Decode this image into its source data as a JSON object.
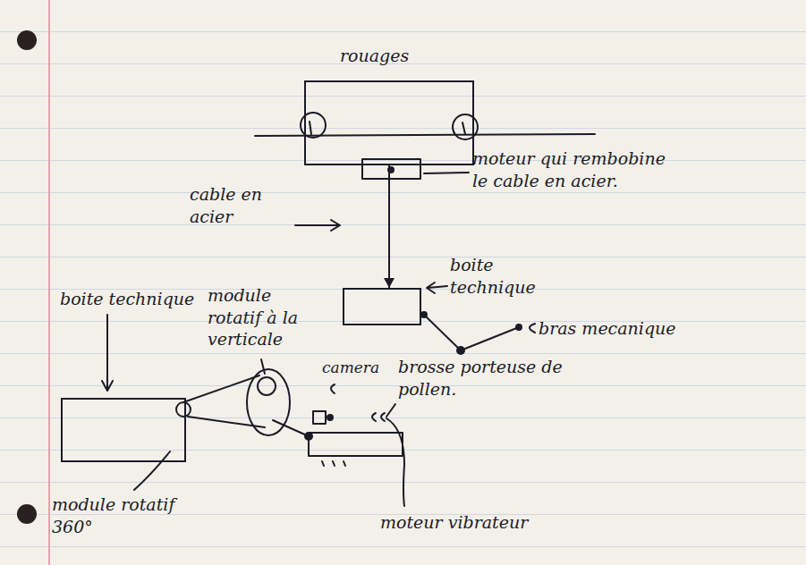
{
  "diagram": {
    "nodes": [
      {
        "text": [
          "rouages"
        ]
      },
      {
        "text": [
          "boite technique"
        ]
      },
      {
        "text": [
          "boite technique"
        ]
      }
    ],
    "edges": [
      {
        "from": 0,
        "to": 1,
        "arrow": "to"
      }
    ],
    "labels": [
      "moteur qui rembobine le cable en acier.",
      "cable en acier",
      "bras mecanique",
      "module rotatif à la verticale",
      "camera",
      "brosse porteuse de pollen.",
      "moteur vibrateur",
      "module rotatif 360°"
    ]
  }
}
